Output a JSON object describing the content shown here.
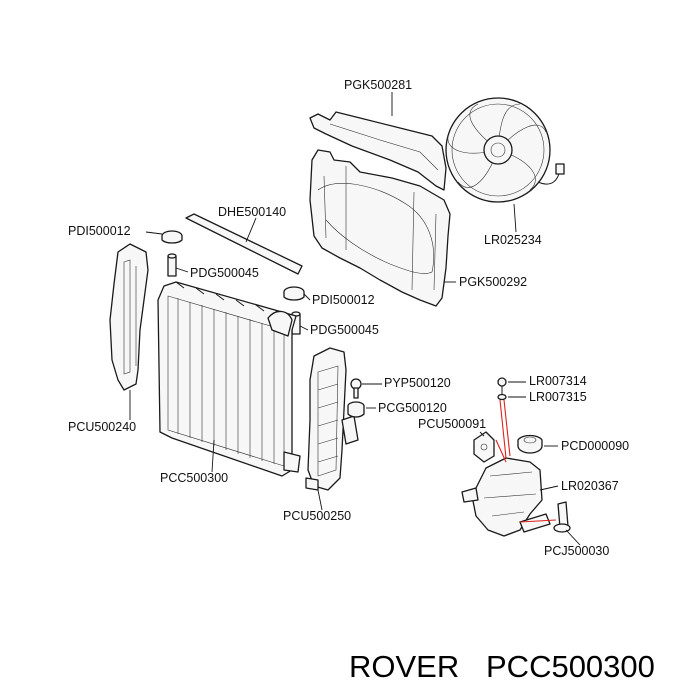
{
  "labels": {
    "pgk500281": "PGK500281",
    "lr025234": "LR025234",
    "dhe500140": "DHE500140",
    "pdi500012_a": "PDI500012",
    "pdg500045_a": "PDG500045",
    "pgk500292": "PGK500292",
    "pdi500012_b": "PDI500012",
    "pdg500045_b": "PDG500045",
    "pyp500120": "PYP500120",
    "pcg500120": "PCG500120",
    "lr007314": "LR007314",
    "lr007315": "LR007315",
    "pcu500091": "PCU500091",
    "pcd000090": "PCD000090",
    "lr020367": "LR020367",
    "pcu500240": "PCU500240",
    "pcc500300": "PCC500300",
    "pcu500250": "PCU500250",
    "pcj500030": "PCJ500030"
  },
  "footer": {
    "brand": "ROVER",
    "part_number": "PCC500300"
  }
}
